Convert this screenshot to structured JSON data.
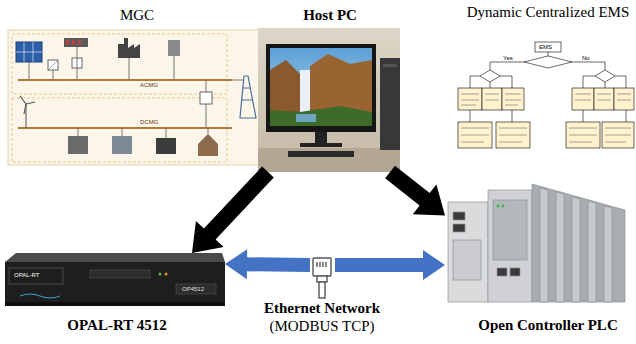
{
  "diagram": {
    "nodes": [
      {
        "text": [
          "MGC"
        ]
      },
      {
        "text": [
          "Host PC"
        ]
      },
      {
        "text": [
          "Dynamic Centralized EMS"
        ]
      },
      {
        "text": [
          "OPAL-RT 4512"
        ]
      },
      {
        "text": [
          "Ethernet Network",
          "(MODBUS TCP)"
        ]
      },
      {
        "text": [
          "Open Controller PLC"
        ]
      }
    ],
    "edges": [
      {
        "from": 1,
        "to": 3,
        "arrow": "to"
      },
      {
        "from": 1,
        "to": 5,
        "arrow": "to"
      },
      {
        "from": 4,
        "to": 3,
        "arrow": "to"
      },
      {
        "from": 4,
        "to": 5,
        "arrow": "to"
      }
    ],
    "labels": [
      "ACMG",
      "DCMG",
      "EMS",
      "Yes",
      "No",
      "OPAL-RT",
      "OP4512"
    ]
  }
}
